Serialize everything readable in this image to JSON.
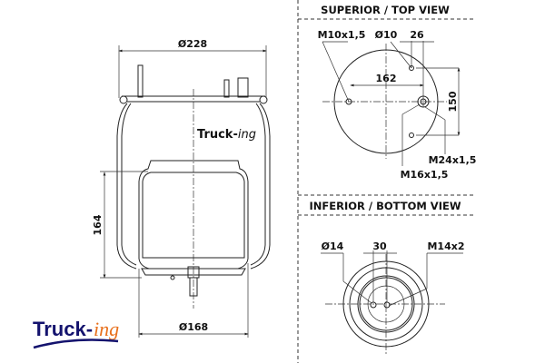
{
  "side_view": {
    "top_diameter": "Ø228",
    "bottom_diameter": "Ø168",
    "height": "164",
    "body_logo": "Truck-ing"
  },
  "top_view": {
    "title": "SUPERIOR / TOP VIEW",
    "labels": {
      "left_stud": "M10x1,5",
      "hole": "Ø10",
      "offset": "26",
      "spacing_h": "162",
      "spacing_v": "150",
      "center_fitting": "M24x1,5",
      "center_thread": "M16x1,5"
    }
  },
  "bottom_view": {
    "title": "INFERIOR / BOTTOM VIEW",
    "labels": {
      "hole": "Ø14",
      "offset": "30",
      "thread": "M14x2"
    }
  },
  "logo": {
    "text_main": "Truck-",
    "text_accent": "ing",
    "color_main": "#14136e",
    "color_accent": "#e8701c"
  }
}
